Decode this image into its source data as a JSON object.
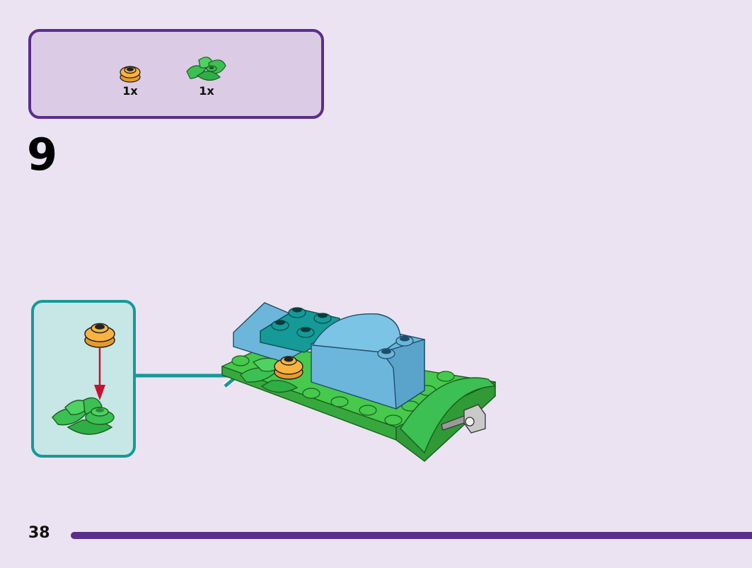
{
  "parts_list": {
    "items": [
      {
        "name": "orange-flower-plate-icon",
        "quantity": "1x",
        "color": "#f7b23f"
      },
      {
        "name": "green-leaves-plant-icon",
        "quantity": "1x",
        "color": "#3cbf53"
      }
    ]
  },
  "step": {
    "number": "9"
  },
  "callout": {
    "flower_color": "#f7b23f",
    "leaves_color": "#3cbf53",
    "arrow_color": "#c8102e"
  },
  "assembly": {
    "plate_color": "#46c94c",
    "block_color": "#6cb6dc",
    "connector_arrow_color": "#159a98",
    "connector_gray": "#c9c9c9"
  },
  "footer": {
    "page_number": "38"
  },
  "colors": {
    "page_background": "#ebe3f1",
    "purple_accent": "#5b2d8e",
    "teal_accent": "#159a98"
  }
}
